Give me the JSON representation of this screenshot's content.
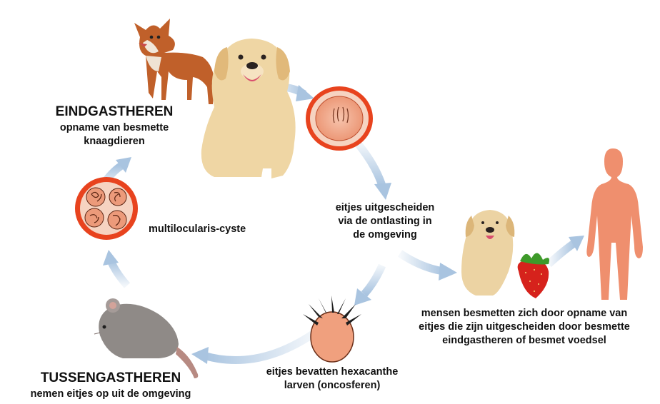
{
  "colors": {
    "arrow": "#a9c4e0",
    "egg_fill": "#ef9f82",
    "egg_ring": "#e8431e",
    "oncosphere": "#f0a07e",
    "human": "#ef8f6e",
    "text": "#111111"
  },
  "icons": {
    "fox": "fox-icon",
    "dog": "golden-retriever-icon",
    "small_dog": "small-dog-icon",
    "strawberry": "strawberry-icon",
    "human": "human-silhouette-icon",
    "mouse": "mouse-icon",
    "egg": "egg-icon",
    "oncosphere": "oncosphere-larva-icon",
    "cyst": "cyst-icon"
  },
  "definitive_hosts": {
    "title": "EINDGASTHEREN",
    "line1": "opname van besmette",
    "line2": "knaagdieren"
  },
  "cyst_label": "multilocularis-cyste",
  "eggs_excreted": {
    "line1": "eitjes uitgescheiden",
    "line2": "via de ontlasting in",
    "line3": "de omgeving"
  },
  "human_infection": {
    "line1": "mensen besmetten zich door opname van",
    "line2": "eitjes die zijn uitgescheiden door besmette",
    "line3": "eindgastheren of besmet voedsel"
  },
  "oncosphere_label": {
    "line1": "eitjes bevatten hexacanthe",
    "line2": "larven (oncosferen)"
  },
  "intermediate_hosts": {
    "title": "TUSSENGASTHEREN",
    "line1": "nemen eitjes op uit de omgeving"
  }
}
